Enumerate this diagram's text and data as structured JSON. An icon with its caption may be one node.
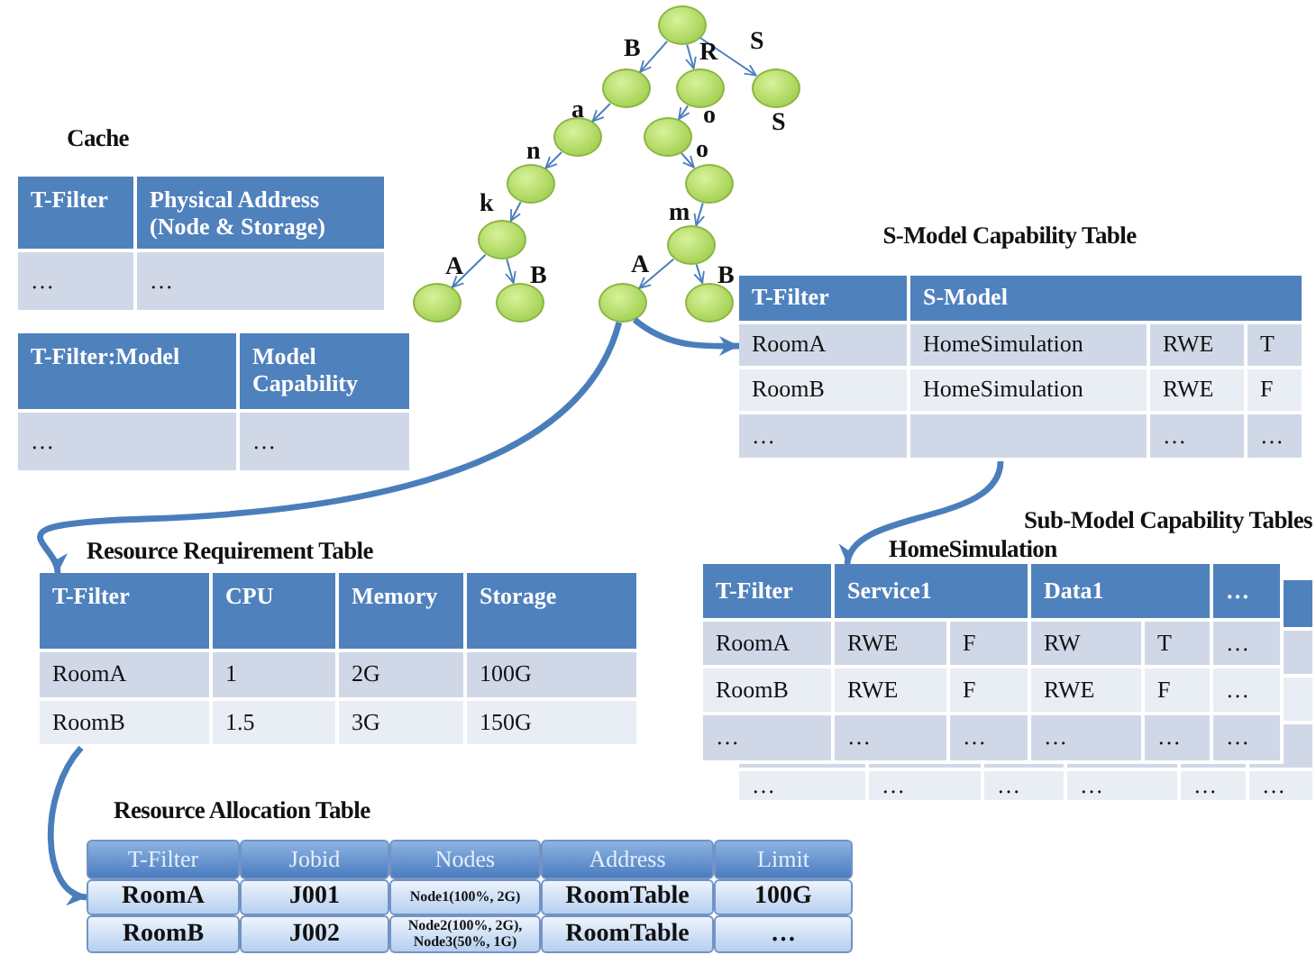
{
  "diagram": {
    "nodes": [
      {
        "text": [],
        "shape": "circle"
      },
      {
        "text": [],
        "shape": "circle"
      },
      {
        "text": [],
        "shape": "circle"
      },
      {
        "text": [],
        "shape": "circle",
        "beside": [
          "S"
        ]
      },
      {
        "text": [],
        "shape": "circle"
      },
      {
        "text": [],
        "shape": "circle"
      },
      {
        "text": [],
        "shape": "circle"
      },
      {
        "text": [],
        "shape": "circle"
      },
      {
        "text": [],
        "shape": "circle"
      },
      {
        "text": [],
        "shape": "circle"
      },
      {
        "text": [],
        "shape": "circle"
      },
      {
        "text": [],
        "shape": "circle"
      },
      {
        "text": [],
        "shape": "circle"
      },
      {
        "text": [],
        "shape": "circle"
      },
      {
        "text": [
          "T-Filter",
          "Physical Address (Node & Storage)",
          "…",
          "…"
        ]
      },
      {
        "text": [
          "T-Filter:Model",
          "Model Capability",
          "…",
          "…"
        ]
      },
      {
        "text": [
          "T-Filter",
          "S-Model",
          "RoomA",
          "HomeSimulation",
          "RWE",
          "T",
          "RoomB",
          "HomeSimulation",
          "RWE",
          "F",
          "…",
          "…",
          "…"
        ],
        "beside": [
          "S-Model Capability Table"
        ]
      },
      {
        "text": [
          "T-Filter",
          "Service1",
          "Data1",
          "…",
          "RoomA",
          "RWE",
          "F",
          "RW",
          "T",
          "…",
          "RoomB",
          "RWE",
          "F",
          "RWE",
          "F",
          "…",
          "…",
          "…",
          "…",
          "…",
          "…",
          "…"
        ],
        "beside": [
          "HomeSimulation"
        ]
      },
      {
        "text": [
          "…",
          "…",
          "…",
          "…",
          "…",
          "…"
        ]
      },
      {
        "text": [
          "T-Filter",
          "CPU",
          "Memory",
          "Storage",
          "RoomA",
          "1",
          "2G",
          "100G",
          "RoomB",
          "1.5",
          "3G",
          "150G"
        ],
        "beside": [
          "Resource Requirement Table"
        ]
      },
      {
        "text": [
          "T-Filter",
          "Jobid",
          "Nodes",
          "Address",
          "Limit",
          "RoomA",
          "J001",
          "Node1(100%, 2G)",
          "RoomTable",
          "100G",
          "RoomB",
          "J002",
          "Node2(100%, 2G), Node3(50%, 1G)",
          "RoomTable",
          "…"
        ],
        "beside": [
          "Resource Allocation Table"
        ]
      }
    ],
    "edges": [
      {
        "from": 0,
        "to": 1,
        "arrow": "to",
        "label": "B"
      },
      {
        "from": 0,
        "to": 2,
        "arrow": "to",
        "label": "R"
      },
      {
        "from": 0,
        "to": 3,
        "arrow": "to",
        "label": "S"
      },
      {
        "from": 1,
        "to": 4,
        "arrow": "to",
        "label": "a"
      },
      {
        "from": 2,
        "to": 5,
        "arrow": "to",
        "label": "o"
      },
      {
        "from": 4,
        "to": 6,
        "arrow": "to",
        "label": "n"
      },
      {
        "from": 5,
        "to": 7,
        "arrow": "to",
        "label": "o"
      },
      {
        "from": 6,
        "to": 8,
        "arrow": "to",
        "label": "k"
      },
      {
        "from": 7,
        "to": 9,
        "arrow": "to",
        "label": "m"
      },
      {
        "from": 8,
        "to": 10,
        "arrow": "to",
        "label": "A"
      },
      {
        "from": 8,
        "to": 11,
        "arrow": "to",
        "label": "B"
      },
      {
        "from": 9,
        "to": 12,
        "arrow": "to",
        "label": "A"
      },
      {
        "from": 9,
        "to": 13,
        "arrow": "to",
        "label": "B"
      },
      {
        "from": 12,
        "to": 16,
        "arrow": "to",
        "style": "thick"
      },
      {
        "from": 12,
        "to": 19,
        "arrow": "to",
        "style": "thick"
      },
      {
        "from": 16,
        "to": 17,
        "arrow": "to",
        "style": "thick"
      },
      {
        "from": 19,
        "to": 20,
        "arrow": "to",
        "style": "thick"
      }
    ],
    "labels": [
      "Cache",
      "Sub-Model Capability Tables"
    ]
  }
}
